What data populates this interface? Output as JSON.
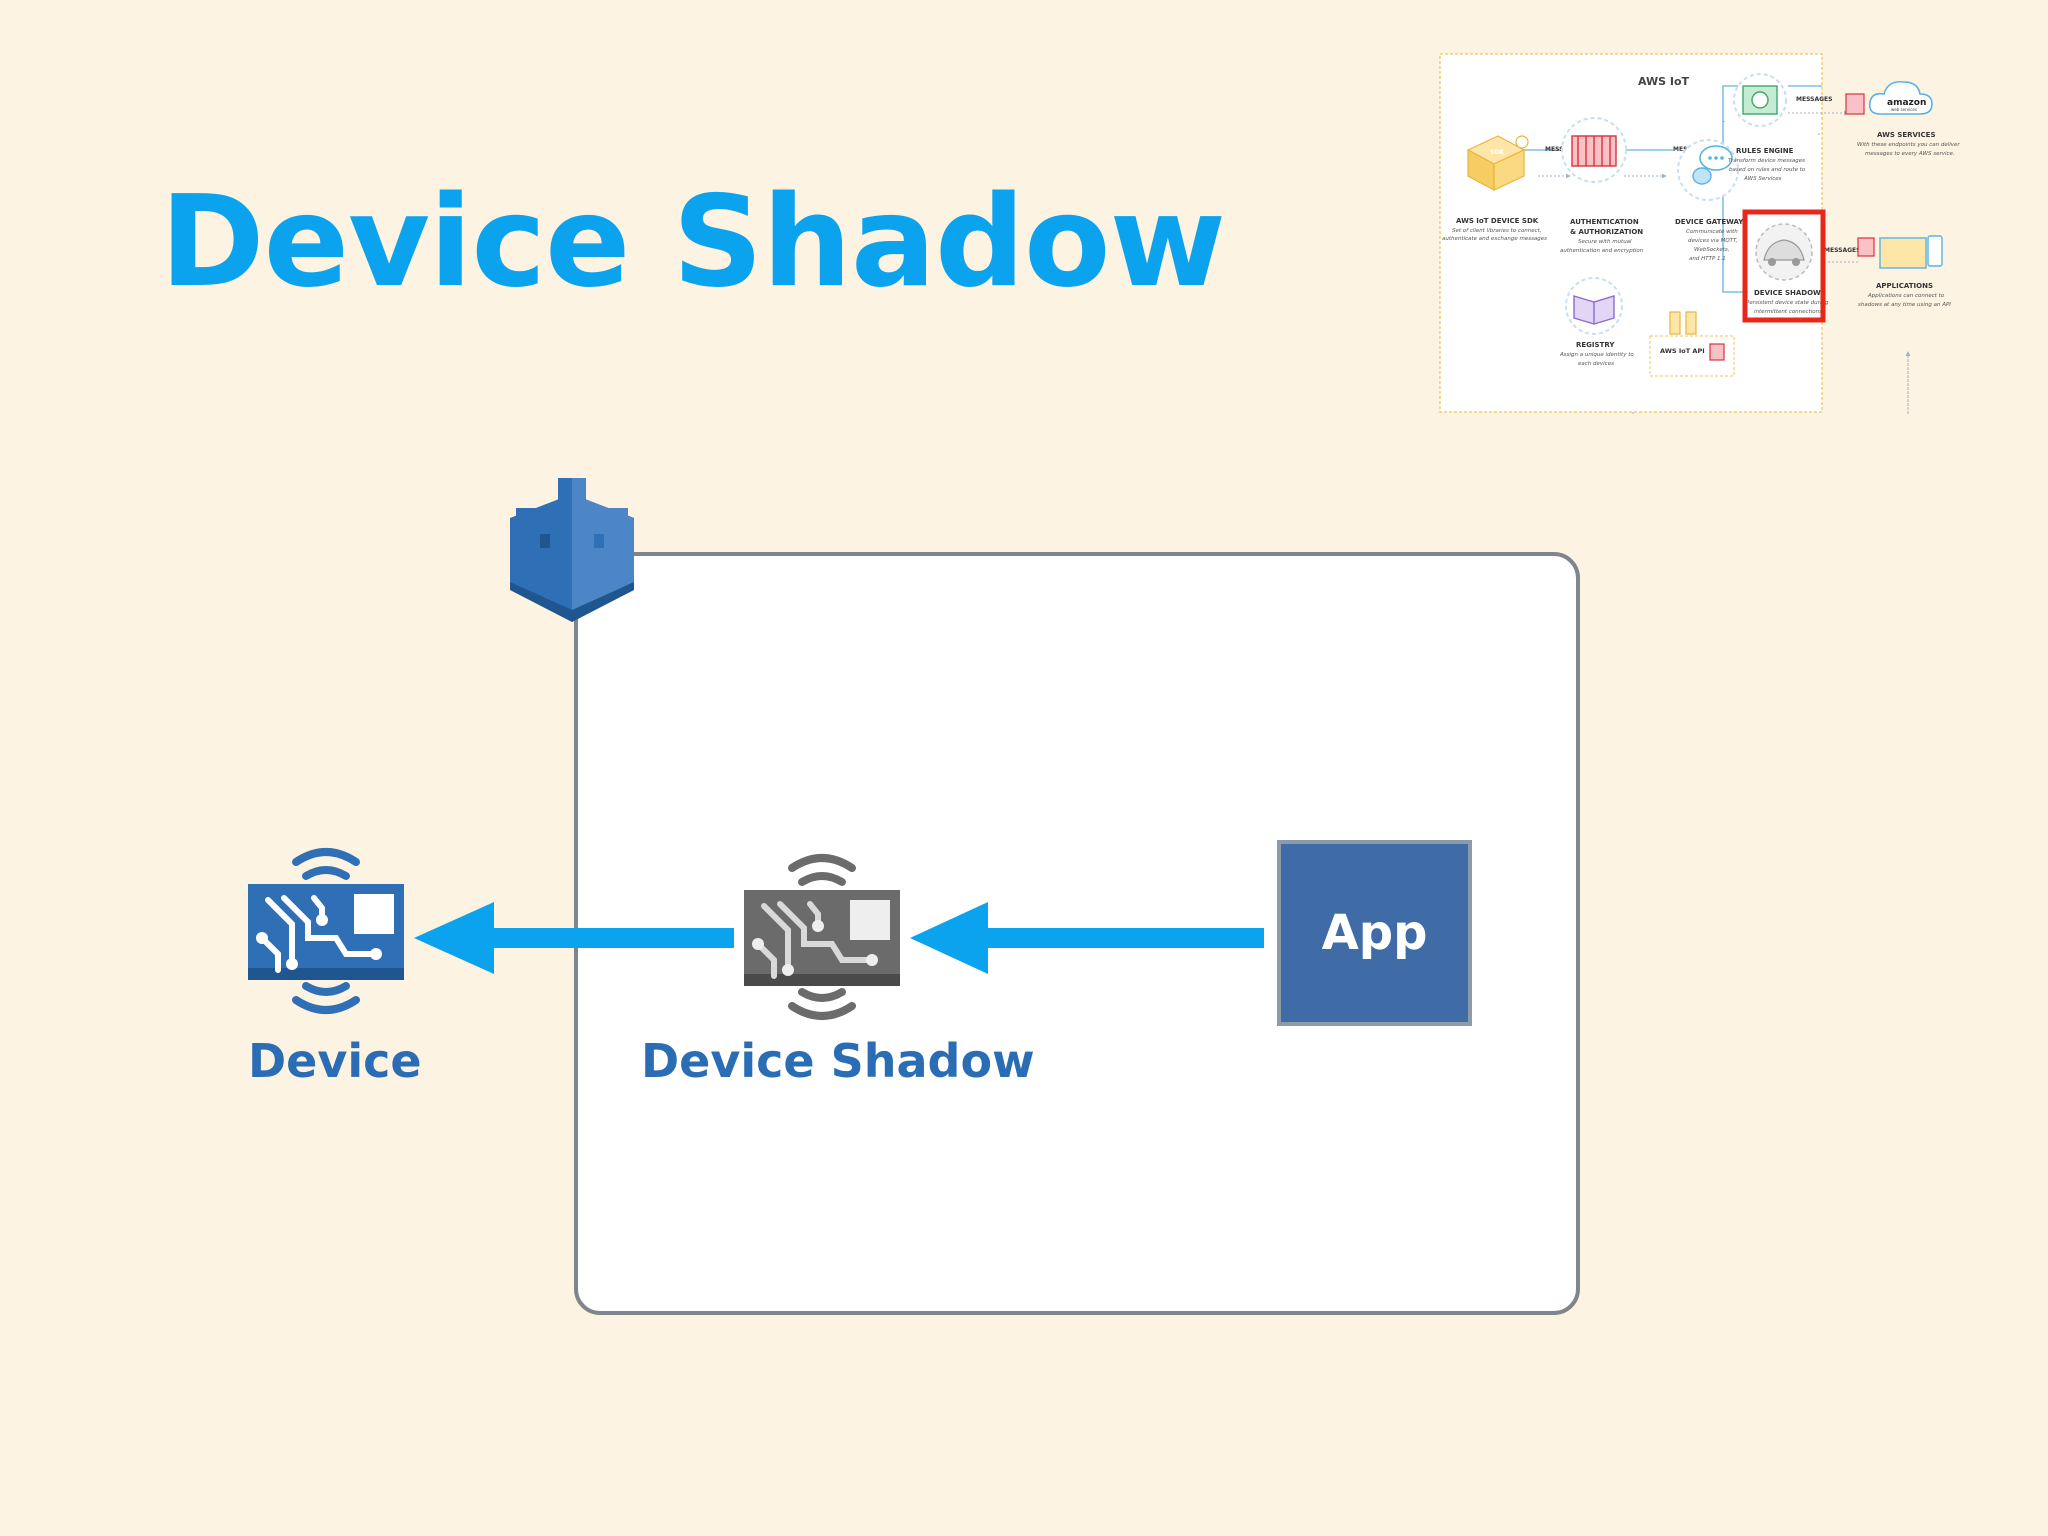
{
  "title": "Device Shadow",
  "diagram": {
    "nodes": {
      "device": "Device",
      "device_shadow": "Device Shadow",
      "app": "App"
    },
    "edges": [
      {
        "from": "App",
        "to": "Device Shadow"
      },
      {
        "from": "Device Shadow",
        "to": "Device"
      }
    ]
  },
  "overview": {
    "title": "AWS IoT",
    "messages": "MESSAGES",
    "sdk_icon_text": "SDK",
    "sdk_title": "AWS IoT DEVICE SDK",
    "sdk_desc_1": "Set of client libraries to connect,",
    "sdk_desc_2": "authenticate and exchange messages",
    "auth_title_1": "AUTHENTICATION",
    "auth_title_2": "& AUTHORIZATION",
    "auth_desc_1": "Secure with mutual",
    "auth_desc_2": "authentication and encryption",
    "gateway_title": "DEVICE GATEWAY",
    "gateway_desc_1": "Communicate with",
    "gateway_desc_2": "devices via MQTT,",
    "gateway_desc_3": "WebSockets,",
    "gateway_desc_4": "and HTTP 1.1",
    "rules_title": "RULES ENGINE",
    "rules_desc_1": "Transform device messages",
    "rules_desc_2": "based on rules and route to",
    "rules_desc_3": "AWS Services",
    "shadows_title": "DEVICE SHADOWS",
    "shadows_desc_1": "Persistent device state during",
    "shadows_desc_2": "intermittent connections",
    "registry_title": "REGISTRY",
    "registry_desc_1": "Assign a unique identity to",
    "registry_desc_2": "each devices",
    "api_title": "AWS IoT API",
    "services_title": "AWS SERVICES",
    "services_desc_1": "With these endpoints you can deliver",
    "services_desc_2": "messages to every AWS service.",
    "amazon_logo": "amazon",
    "amazon_logo_sub": "web services",
    "apps_title": "APPLICATIONS",
    "apps_desc_1": "Applications can connect to",
    "apps_desc_2": "shadows at any time using an API"
  },
  "colors": {
    "background": "#fdf3e2",
    "title": "#0ba3ee",
    "arrow": "#0ba3ee",
    "label": "#2a6db4",
    "app_box": "#3f6ca7",
    "highlight": "#e8261a",
    "icon_blue": "#2e6fb6",
    "icon_gray": "#6b6b6b"
  }
}
